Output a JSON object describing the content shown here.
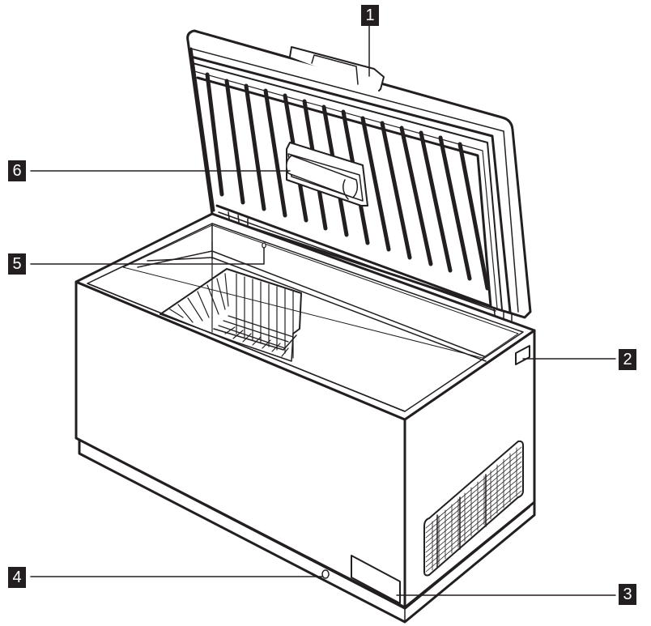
{
  "figure": {
    "subject": "Chest freezer with lid open, isometric line drawing",
    "line_color": "#231f20",
    "background": "#ffffff"
  },
  "callouts": [
    {
      "number": "1",
      "part": "lid handle recess (top edge of lid)"
    },
    {
      "number": "2",
      "part": "indicator light panel on right side"
    },
    {
      "number": "3",
      "part": "rating plate / label panel on front right"
    },
    {
      "number": "4",
      "part": "drain plug on front lower edge"
    },
    {
      "number": "5",
      "part": "interior light / sensor inside back wall"
    },
    {
      "number": "6",
      "part": "handle on inner lid"
    }
  ]
}
